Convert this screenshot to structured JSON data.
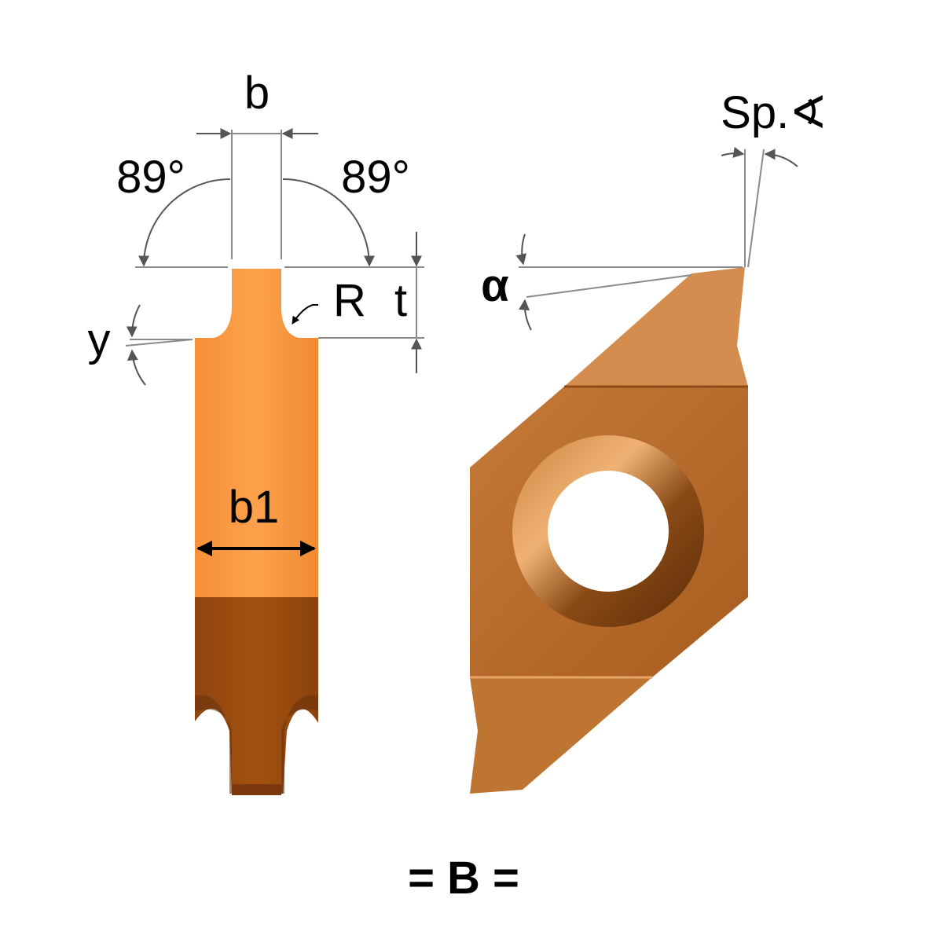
{
  "labels": {
    "b": "b",
    "angle_left": "89°",
    "angle_right": "89°",
    "radius": "R",
    "depth": "t",
    "y_angle": "y",
    "b1": "b1",
    "alpha": "α",
    "sp_angle": "Sp.∢",
    "variant": "= B ="
  },
  "colors": {
    "insert_light": "#fd9b43",
    "insert_dark": "#a3520f",
    "body_main": "#b96b2a",
    "body_face": "#d18c4e",
    "dimension_line": "#8a8a8a",
    "arrow": "#000000"
  }
}
